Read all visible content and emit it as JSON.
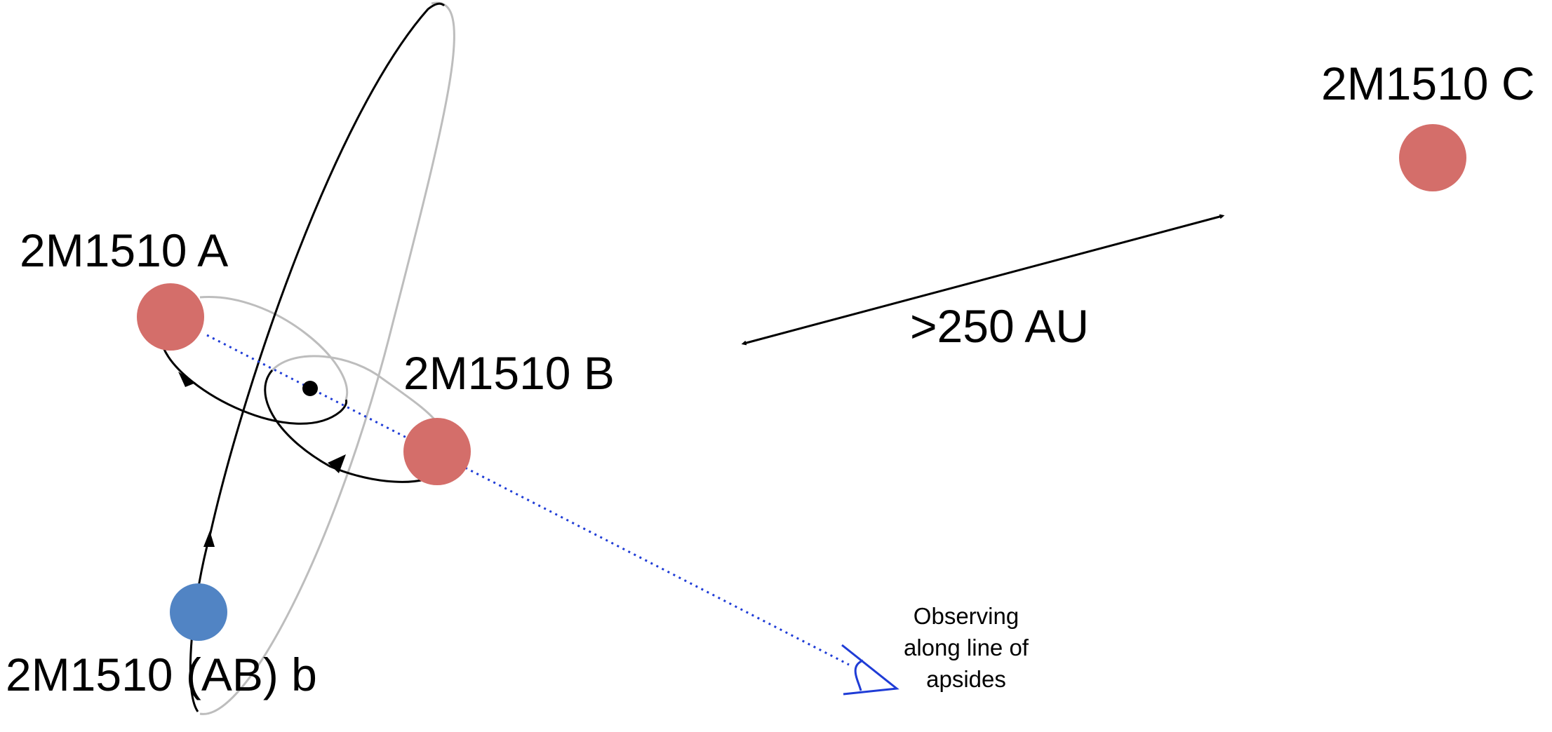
{
  "labels": {
    "star_a": "2M1510 A",
    "star_b": "2M1510 B",
    "star_c": "2M1510 C",
    "planet": "2M1510 (AB) b",
    "distance": ">250 AU",
    "observer_line1": "Observing",
    "observer_line2": "along line of",
    "observer_line3": "apsides"
  },
  "colors": {
    "star": "#d46e6a",
    "planet": "#5184c4",
    "orbit_primary": "#000000",
    "orbit_secondary": "#bdbdbd",
    "line_of_sight": "#1f3cd6",
    "observer_eye": "#1f3cd6"
  },
  "icons": {
    "observer": "eye-icon"
  }
}
